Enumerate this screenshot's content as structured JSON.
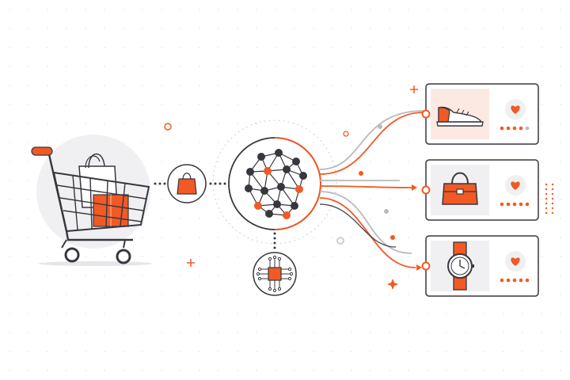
{
  "colors": {
    "accent": "#F15A24",
    "ink": "#37373F",
    "muted": "#B9B9BE",
    "dots": "#E6E6EA",
    "panel_bg": "#F0F0F2",
    "card_bg": "#FFFFFF",
    "card_shoe_bg": "#FCE9E2"
  },
  "flow": {
    "source": {
      "name": "shopping-cart",
      "icon": "shopping-cart-icon"
    },
    "input": {
      "name": "shopping-bag",
      "icon": "shopping-bag-icon"
    },
    "engine": {
      "name": "neural-network",
      "icon": "neural-network-icon"
    },
    "processor": {
      "name": "ai-chip",
      "icon": "chip-icon"
    }
  },
  "recommendations": [
    {
      "product": "sneaker",
      "icon": "sneaker-icon",
      "favorite_icon": "heart-icon",
      "rating_dots": 5,
      "rating_filled": 4
    },
    {
      "product": "handbag",
      "icon": "handbag-icon",
      "favorite_icon": "heart-icon",
      "rating_dots": 5,
      "rating_filled": 5
    },
    {
      "product": "wristwatch",
      "icon": "watch-icon",
      "favorite_icon": "heart-icon",
      "rating_dots": 5,
      "rating_filled": 5
    }
  ]
}
